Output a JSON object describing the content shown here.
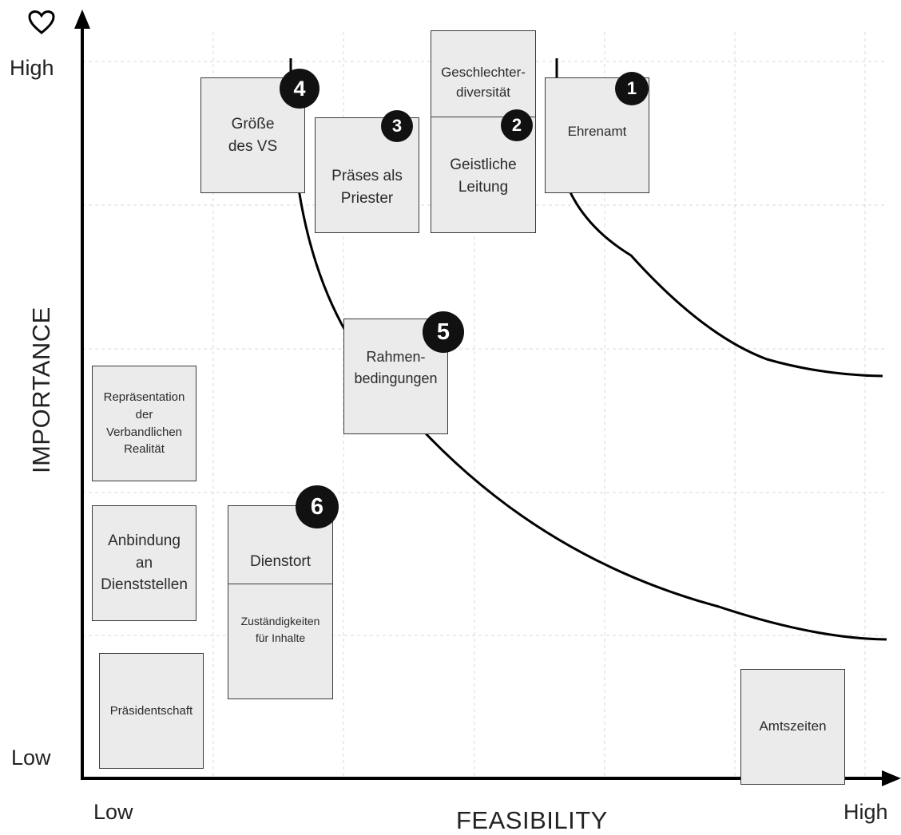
{
  "axes": {
    "x_title": "FEASIBILITY",
    "y_title": "IMPORTANCE",
    "x_low": "Low",
    "x_high": "High",
    "y_low": "Low",
    "y_high": "High",
    "y_icon": "heart-icon"
  },
  "notes": {
    "groesse": "Größe des VS",
    "praeses": "Präses als Priester",
    "geschlechter": "Geschlechter-diversität",
    "geistliche": "Geistliche Leitung",
    "ehrenamt": "Ehrenamt",
    "rahmen": "Rahmen-bedingungen",
    "repraesentation": "Repräsentation der Verbandlichen Realität",
    "anbindung": "Anbindung an Dienststellen",
    "dienstort": "Dienstort",
    "zustaendigkeiten": "Zuständigkeiten für Inhalte",
    "praesidentschaft": "Präsidentschaft",
    "amtszeiten": "Amtszeiten"
  },
  "badges": {
    "b1": "1",
    "b2": "2",
    "b3": "3",
    "b4": "4",
    "b5": "5",
    "b6": "6"
  },
  "colors": {
    "note_fill": "#ebebeb",
    "note_border": "#3a3a3a",
    "badge_fill": "#111111",
    "curve": "#000000",
    "grid": "#d8d8d8"
  }
}
